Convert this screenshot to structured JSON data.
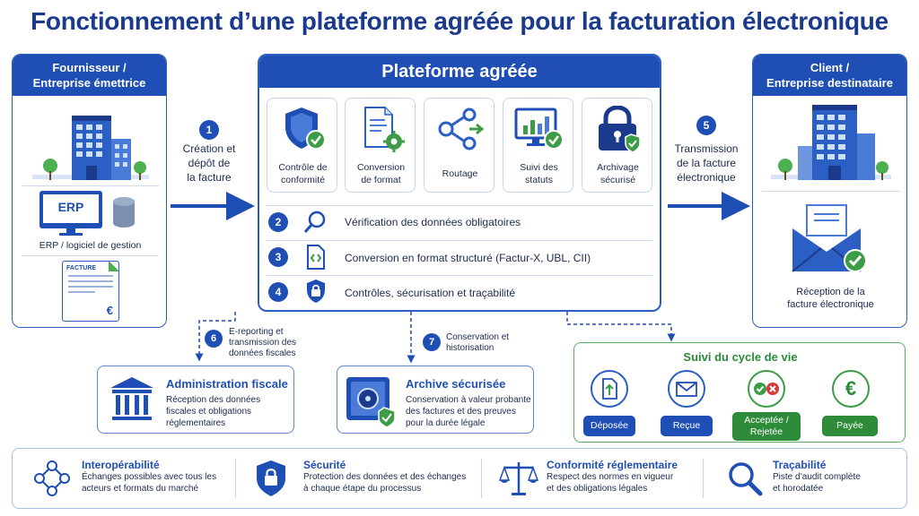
{
  "title": "Fonctionnement d’une plateforme agréée pour la facturation électronique",
  "supplier": {
    "heading_line1": "Fournisseur /",
    "heading_line2": "Entreprise émettrice",
    "erp_text": "ERP",
    "erp_label": "ERP / logiciel de gestion",
    "invoice_text": "FACTURE",
    "invoice_symbol": "€"
  },
  "client": {
    "heading_line1": "Client /",
    "heading_line2": "Entreprise destinataire",
    "reception_line1": "Réception de la",
    "reception_line2": "facture électronique"
  },
  "platform": {
    "heading": "Plateforme agréée",
    "features": [
      {
        "line1": "Contrôle de",
        "line2": "conformité",
        "icon": "shield-check-icon"
      },
      {
        "line1": "Conversion",
        "line2": "de format",
        "icon": "document-gear-icon"
      },
      {
        "line1": "Routage",
        "line2": "",
        "icon": "share-routing-icon"
      },
      {
        "line1": "Suivi des",
        "line2": "statuts",
        "icon": "monitor-chart-icon"
      },
      {
        "line1": "Archivage",
        "line2": "sécurisé",
        "icon": "padlock-icon"
      }
    ],
    "steps": [
      {
        "number": "2",
        "text": "Vérification des données obligatoires",
        "icon": "magnifier-icon"
      },
      {
        "number": "3",
        "text": "Conversion en format structuré (Factur-X, UBL, CII)",
        "icon": "code-file-icon"
      },
      {
        "number": "4",
        "text": "Contrôles, sécurisation et traçabilité",
        "icon": "lock-shield-icon"
      }
    ]
  },
  "flow": {
    "step1": {
      "number": "1",
      "line1": "Création et",
      "line2": "dépôt de",
      "line3": "la facture"
    },
    "step5": {
      "number": "5",
      "line1": "Transmission",
      "line2": "de la facture",
      "line3": "électronique"
    },
    "step6": {
      "number": "6",
      "line1": "E-reporting et",
      "line2": "transmission des",
      "line3": "données fiscales"
    },
    "step7": {
      "number": "7",
      "line1": "Conservation et",
      "line2": "historisation"
    }
  },
  "admin": {
    "title": "Administration fiscale",
    "desc_line1": "Réception des données",
    "desc_line2": "fiscales et obligations",
    "desc_line3": "réglementaires"
  },
  "archive": {
    "title": "Archive sécurisée",
    "desc_line1": "Conservation à valeur probante",
    "desc_line2": "des factures et des preuves",
    "desc_line3": "pour la durée légale"
  },
  "lifecycle": {
    "title": "Suivi du cycle de vie",
    "stages": [
      {
        "line1": "Déposée",
        "line2": "",
        "color": "#1f4fb4"
      },
      {
        "line1": "Reçue",
        "line2": "",
        "color": "#1f4fb4"
      },
      {
        "line1": "Acceptée /",
        "line2": "Rejetée",
        "color": "#2e8b3a"
      },
      {
        "line1": "Payée",
        "line2": "",
        "color": "#2e8b3a"
      }
    ],
    "euro_symbol": "€"
  },
  "benefits": [
    {
      "title": "Interopérabilité",
      "line1": "Échanges possibles avec tous les",
      "line2": "acteurs et formats du marché",
      "icon": "network-icon"
    },
    {
      "title": "Sécurité",
      "line1": "Protection des données et des échanges",
      "line2": "à chaque étape du processus",
      "icon": "shield-lock-icon"
    },
    {
      "title": "Conformité réglementaire",
      "line1": "Respect des normes en vigueur",
      "line2": "et des obligations légales",
      "icon": "scales-icon"
    },
    {
      "title": "Traçabilité",
      "line1": "Piste d’audit complète",
      "line2": "et horodatée",
      "icon": "search-icon"
    }
  ],
  "colors": {
    "primary": "#1f4fb4",
    "title": "#1b3a8c",
    "green": "#2e8b3a",
    "red": "#d63a3a"
  }
}
